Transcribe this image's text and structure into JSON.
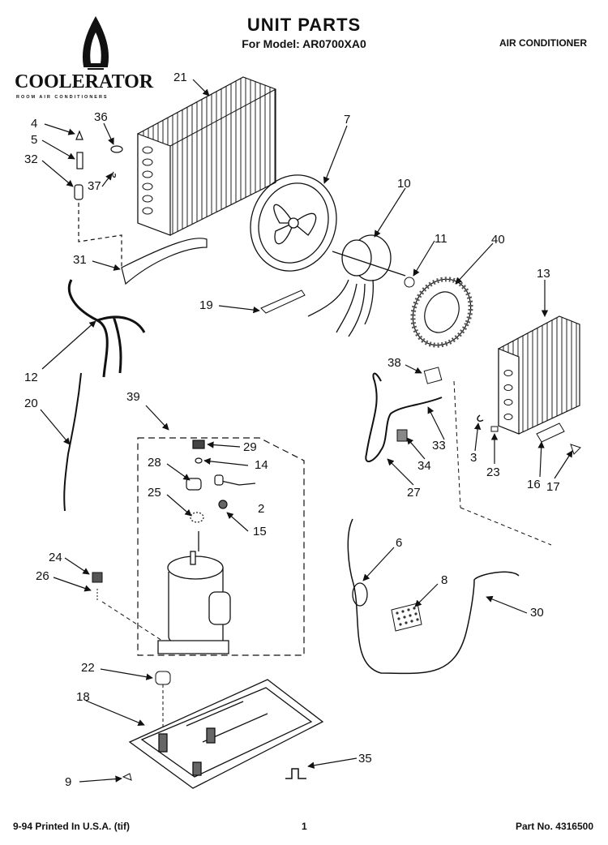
{
  "header": {
    "title": "UNIT PARTS",
    "model_line": "For Model: AR0700XA0",
    "unit_type": "AIR CONDITIONER"
  },
  "brand": {
    "name": "COOLERATOR",
    "tagline": "ROOM AIR CONDITIONERS"
  },
  "footer": {
    "printed": "9-94 Printed In U.S.A. (tif)",
    "page": "1",
    "part_no": "Part No. 4316500"
  },
  "callouts": [
    {
      "id": "c4",
      "label": "4"
    },
    {
      "id": "c5",
      "label": "5"
    },
    {
      "id": "c32",
      "label": "32"
    },
    {
      "id": "c36",
      "label": "36"
    },
    {
      "id": "c37",
      "label": "37"
    },
    {
      "id": "c21",
      "label": "21"
    },
    {
      "id": "c7",
      "label": "7"
    },
    {
      "id": "c10",
      "label": "10"
    },
    {
      "id": "c11",
      "label": "11"
    },
    {
      "id": "c40",
      "label": "40"
    },
    {
      "id": "c13",
      "label": "13"
    },
    {
      "id": "c31",
      "label": "31"
    },
    {
      "id": "c19",
      "label": "19"
    },
    {
      "id": "c12",
      "label": "12"
    },
    {
      "id": "c20",
      "label": "20"
    },
    {
      "id": "c38",
      "label": "38"
    },
    {
      "id": "c33",
      "label": "33"
    },
    {
      "id": "c34",
      "label": "34"
    },
    {
      "id": "c27",
      "label": "27"
    },
    {
      "id": "c3",
      "label": "3"
    },
    {
      "id": "c23",
      "label": "23"
    },
    {
      "id": "c16",
      "label": "16"
    },
    {
      "id": "c17",
      "label": "17"
    },
    {
      "id": "c39",
      "label": "39"
    },
    {
      "id": "c29",
      "label": "29"
    },
    {
      "id": "c14",
      "label": "14"
    },
    {
      "id": "c28",
      "label": "28"
    },
    {
      "id": "c2",
      "label": "2"
    },
    {
      "id": "c25",
      "label": "25"
    },
    {
      "id": "c15",
      "label": "15"
    },
    {
      "id": "c24",
      "label": "24"
    },
    {
      "id": "c26",
      "label": "26"
    },
    {
      "id": "c6",
      "label": "6"
    },
    {
      "id": "c8",
      "label": "8"
    },
    {
      "id": "c30",
      "label": "30"
    },
    {
      "id": "c22",
      "label": "22"
    },
    {
      "id": "c18",
      "label": "18"
    },
    {
      "id": "c9",
      "label": "9"
    },
    {
      "id": "c35",
      "label": "35"
    }
  ]
}
